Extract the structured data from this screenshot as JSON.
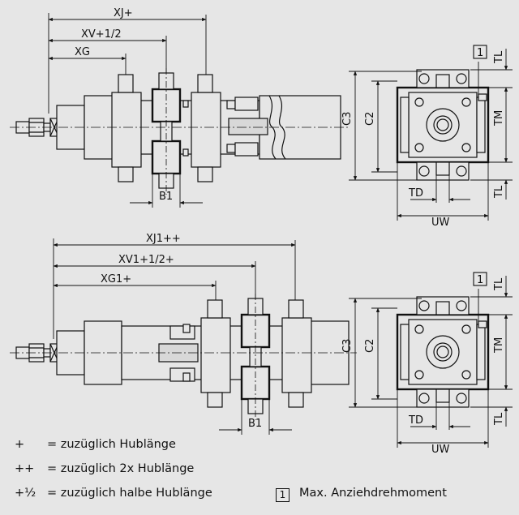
{
  "views": {
    "top": {
      "dims": {
        "xj": "XJ+",
        "xv": "XV+1/2",
        "xg": "XG",
        "b1": "B1"
      }
    },
    "bottom": {
      "dims": {
        "xj": "XJ1++",
        "xv": "XV1+1/2+",
        "xg": "XG1+",
        "b1": "B1"
      }
    },
    "end_view_dims": {
      "c3": "C3",
      "c2": "C2",
      "tm": "TM",
      "tl": "TL",
      "td": "TD",
      "uw": "UW",
      "callout": "1"
    }
  },
  "legend": [
    {
      "symbol": "+",
      "text": "= zuzüglich Hublänge"
    },
    {
      "symbol": "++",
      "text": "= zuzüglich 2x Hublänge"
    },
    {
      "symbol": "+½",
      "text": "= zuzüglich halbe Hublänge"
    }
  ],
  "note": {
    "marker": "1",
    "text": "Max. Anziehdrehmoment"
  },
  "colors": {
    "background": "#e6e6e6",
    "part_fill": "#e6e6e6",
    "dark": "#111111"
  }
}
